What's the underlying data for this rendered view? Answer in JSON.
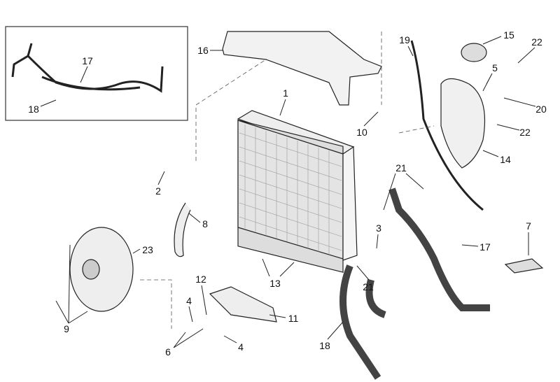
{
  "callouts": [
    "16",
    "17",
    "18",
    "1",
    "19",
    "15",
    "22",
    "5",
    "20",
    "22",
    "10",
    "14",
    "2",
    "21",
    "8",
    "3",
    "7",
    "17",
    "23",
    "13",
    "21",
    "12",
    "4",
    "11",
    "9",
    "6",
    "4",
    "18"
  ]
}
